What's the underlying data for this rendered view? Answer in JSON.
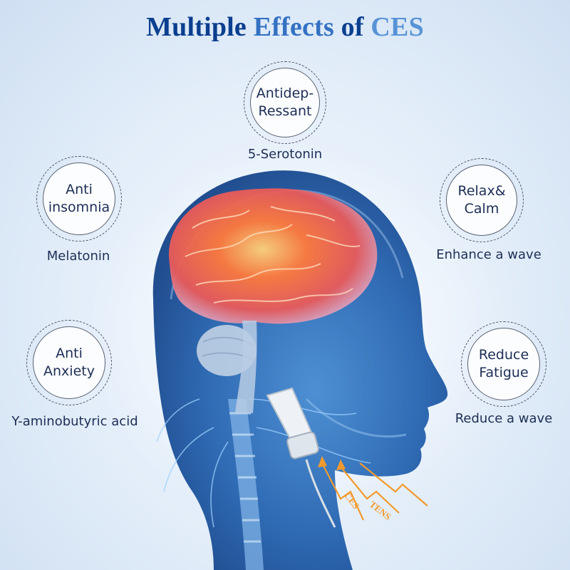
{
  "title": {
    "w1": "Multiple",
    "w2": "Effects",
    "w3": "of",
    "w4": "CES"
  },
  "effects": [
    {
      "line1": "Antidep-",
      "line2": "Ressant",
      "caption": "5-Serotonin"
    },
    {
      "line1": "Anti",
      "line2": "insomnia",
      "caption": "Melatonin"
    },
    {
      "line1": "Relax&",
      "line2": "Calm",
      "caption": "Enhance a wave"
    },
    {
      "line1": "Anti",
      "line2": "Anxiety",
      "caption": "Y-aminobutyric acid"
    },
    {
      "line1": "Reduce",
      "line2": "Fatigue",
      "caption": "Reduce a wave"
    }
  ],
  "device_labels": {
    "ces": "CES",
    "tens": "TENS"
  },
  "colors": {
    "title_dark": "#0b3f8f",
    "title_light": "#5793d6",
    "text": "#1d2e55",
    "brain_hot": "#ff5a2a",
    "signal": "#f39a2e"
  }
}
